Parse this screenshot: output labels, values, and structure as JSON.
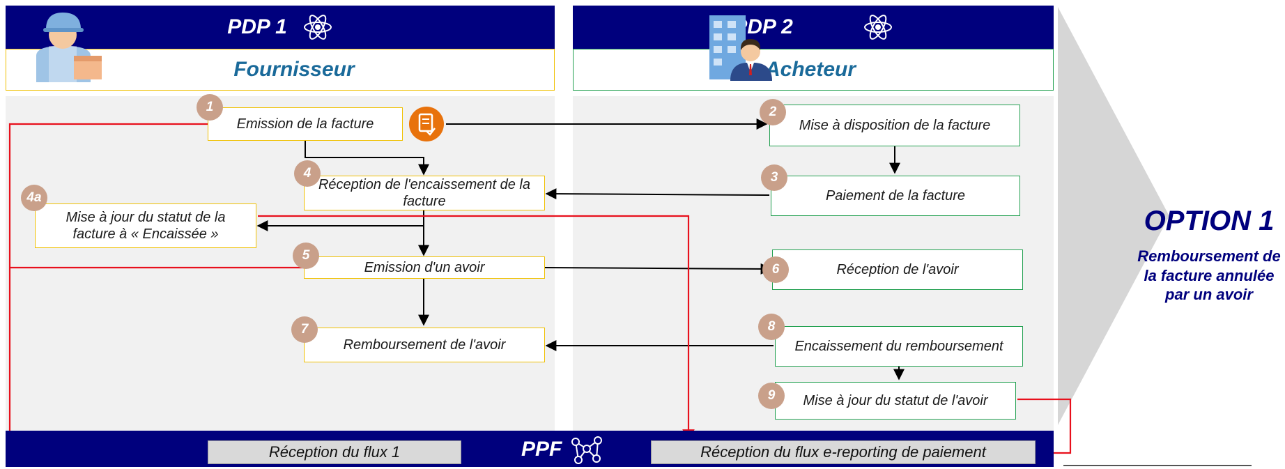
{
  "pdp1": {
    "title": "PDP 1",
    "role": "Fournisseur"
  },
  "pdp2": {
    "title": "PDP 2",
    "role": "Acheteur"
  },
  "ppf": {
    "title": "PPF"
  },
  "steps": {
    "s1": {
      "num": "1",
      "label": "Emission de la facture"
    },
    "s2": {
      "num": "2",
      "label": "Mise à disposition de la facture"
    },
    "s3": {
      "num": "3",
      "label": "Paiement de la facture"
    },
    "s4": {
      "num": "4",
      "label": "Réception  de l'encaissement de la facture"
    },
    "s4a": {
      "num": "4a",
      "label": "Mise à jour du statut de la facture à « Encaissée »"
    },
    "s5": {
      "num": "5",
      "label": "Emission d'un avoir"
    },
    "s6": {
      "num": "6",
      "label": "Réception de l'avoir"
    },
    "s7": {
      "num": "7",
      "label": "Remboursement de l'avoir"
    },
    "s8": {
      "num": "8",
      "label": "Encaissement du remboursement"
    },
    "s9": {
      "num": "9",
      "label": "Mise à jour du statut de l'avoir"
    }
  },
  "flux": {
    "f1": "Réception du flux 1",
    "f2": "Réception du flux e-reporting de paiement"
  },
  "option": {
    "title": "OPTION 1",
    "subtitle": "Remboursement de la facture annulée par un avoir"
  },
  "colors": {
    "navy": "#00007d",
    "red": "#e8101c",
    "step_border_supplier": "#f0c000",
    "step_border_buyer": "#22a050",
    "badge": "#c9a08a"
  },
  "icons": [
    "atom-icon",
    "supplier-person-icon",
    "buyer-building-icon",
    "invoice-document-icon",
    "network-icon"
  ]
}
